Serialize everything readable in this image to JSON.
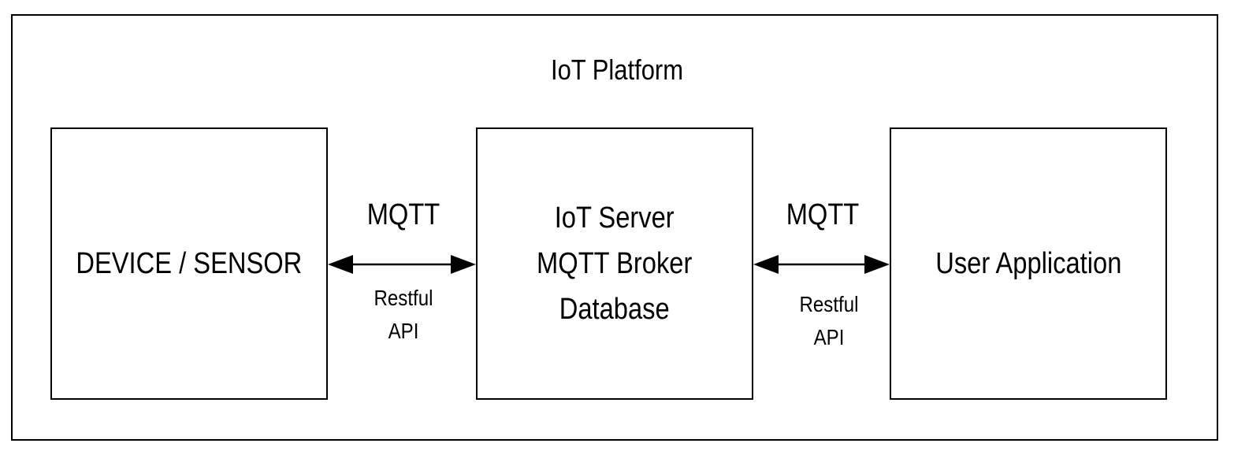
{
  "platform": {
    "title": "IoT Platform"
  },
  "nodes": {
    "device": {
      "lines": [
        "DEVICE / SENSOR"
      ]
    },
    "server": {
      "lines": [
        "IoT Server",
        "MQTT Broker",
        "Database"
      ]
    },
    "app": {
      "lines": [
        "User Application"
      ]
    }
  },
  "links": {
    "left": {
      "protocol": "MQTT",
      "api_lines": [
        "Restful",
        "API"
      ]
    },
    "right": {
      "protocol": "MQTT",
      "api_lines": [
        "Restful",
        "API"
      ]
    }
  },
  "colors": {
    "stroke": "#000000",
    "background": "#ffffff"
  }
}
